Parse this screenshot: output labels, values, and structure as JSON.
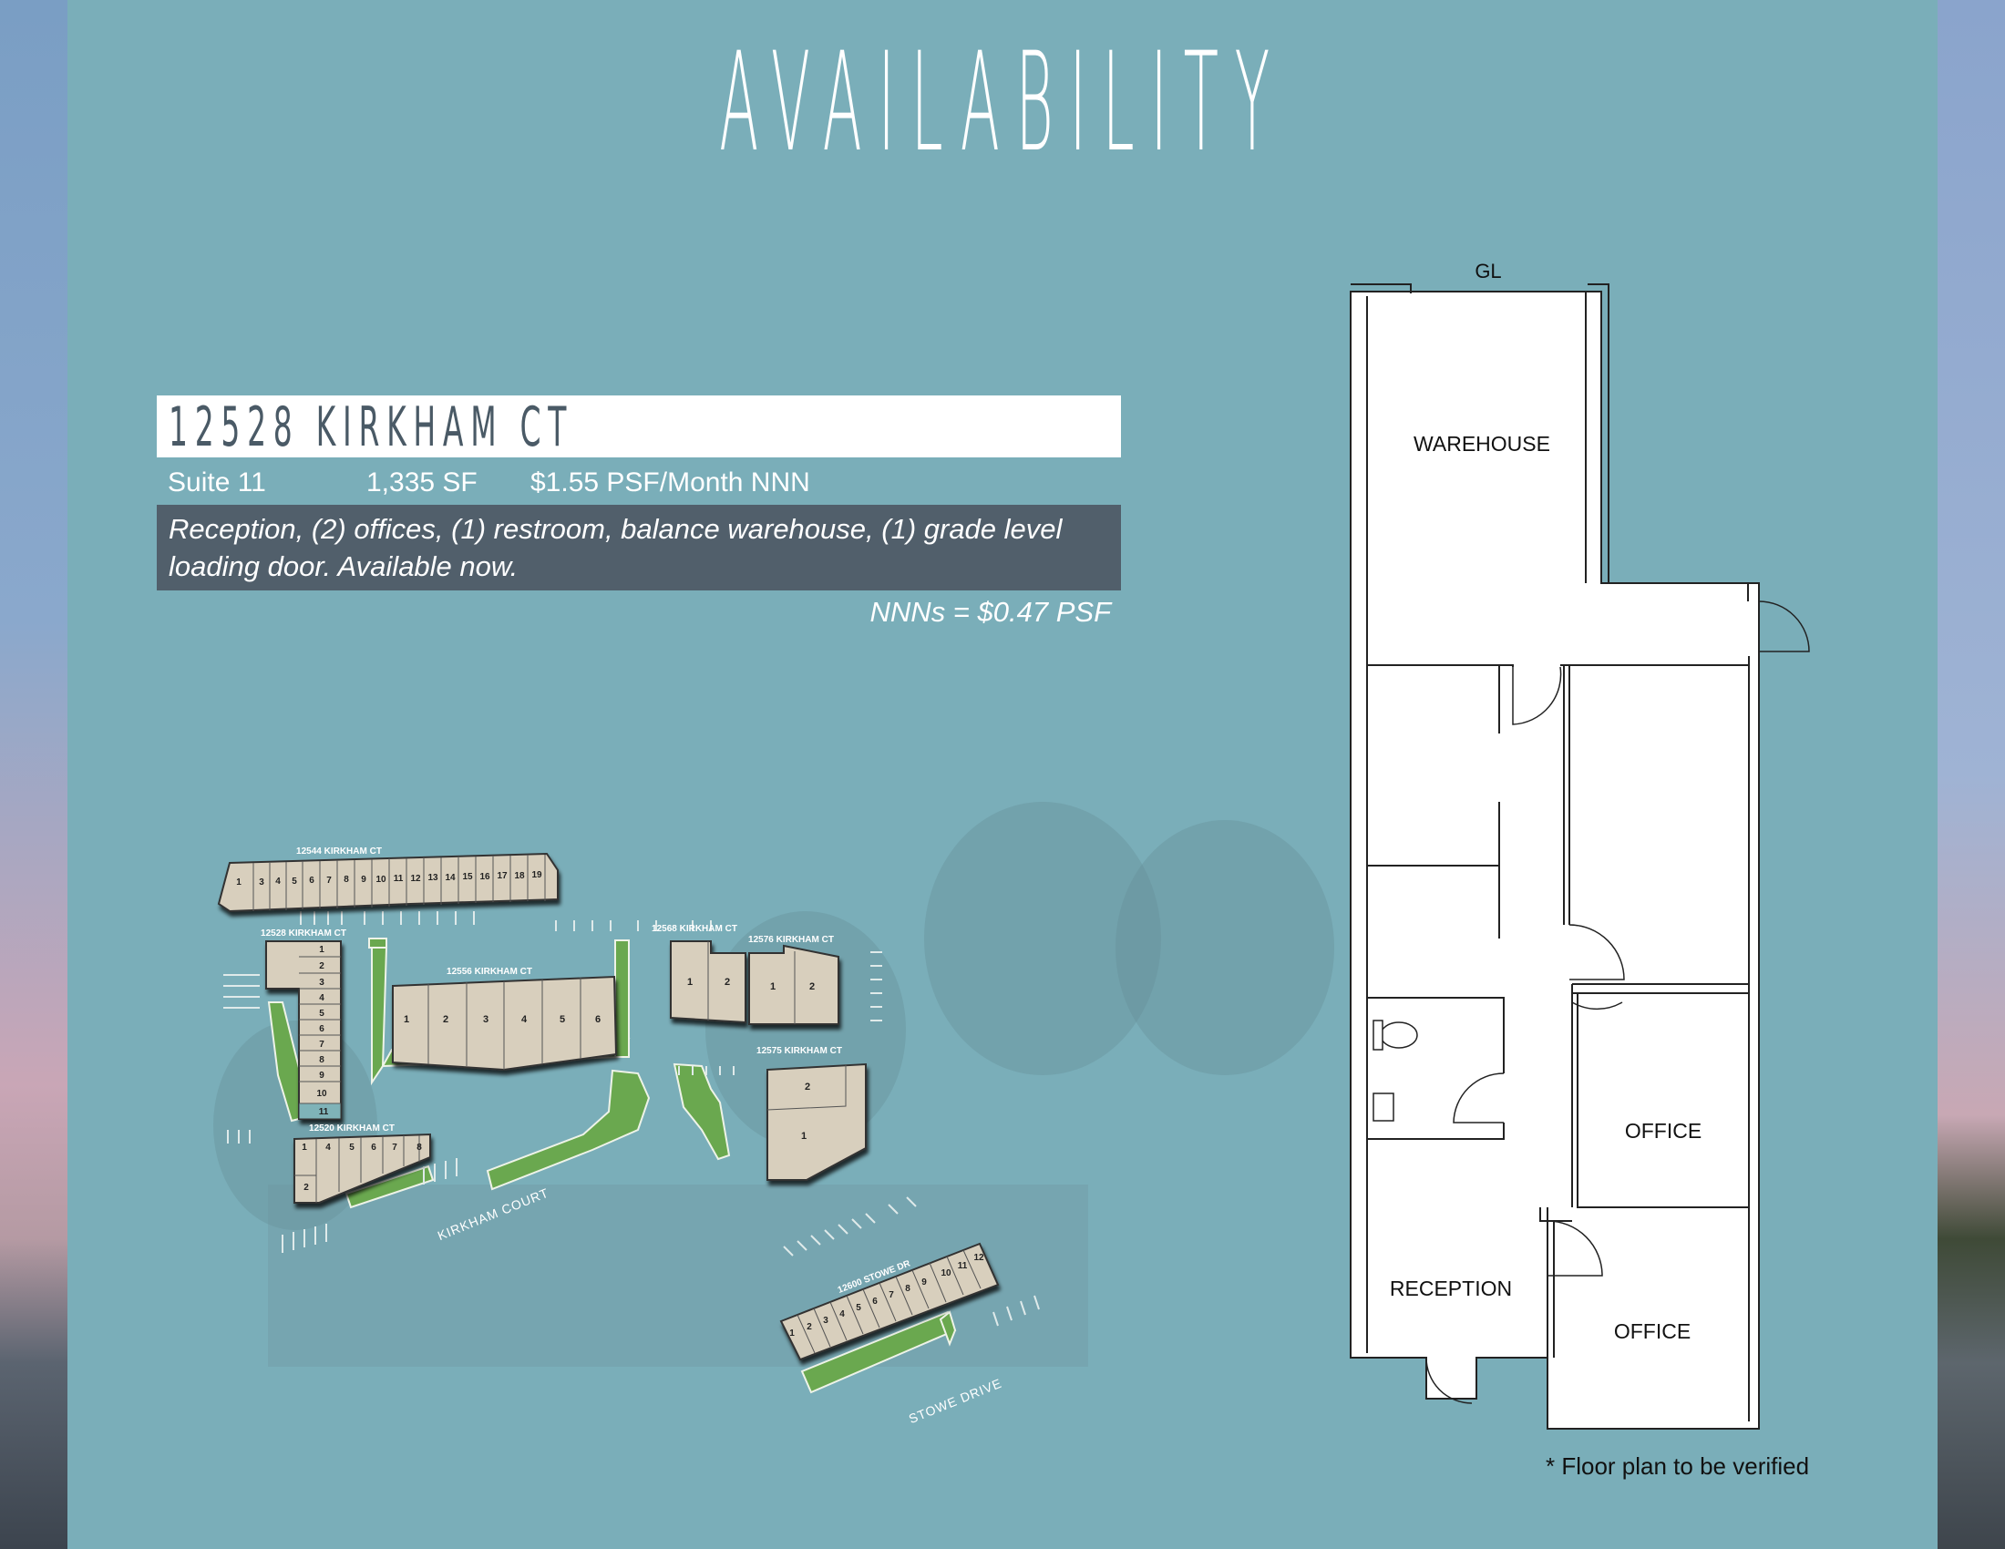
{
  "page": {
    "title": "AVAILABILITY"
  },
  "listing": {
    "address": "12528 KIRKHAM CT",
    "suite": "Suite 11",
    "size": "1,335 SF",
    "rate": "$1.55 PSF/Month NNN",
    "description": "Reception, (2) offices, (1) restroom, balance warehouse, (1) grade level loading door. Available now.",
    "nnn_note": "NNNs = $0.47 PSF"
  },
  "site_plan": {
    "buildings": {
      "b12544": {
        "label": "12544 KIRKHAM CT",
        "units": [
          "1",
          "3",
          "4",
          "5",
          "6",
          "7",
          "8",
          "9",
          "10",
          "11",
          "12",
          "13",
          "14",
          "15",
          "16",
          "17",
          "18",
          "19"
        ]
      },
      "b12528": {
        "label": "12528 KIRKHAM CT",
        "units": [
          "1",
          "2",
          "3",
          "4",
          "5",
          "6",
          "7",
          "8",
          "9",
          "10",
          "11"
        ],
        "highlighted_unit": "11"
      },
      "b12556": {
        "label": "12556 KIRKHAM CT",
        "units": [
          "1",
          "2",
          "3",
          "4",
          "5",
          "6"
        ]
      },
      "b12568": {
        "label": "12568 KIRKHAM CT",
        "units": [
          "1",
          "2"
        ]
      },
      "b12576": {
        "label": "12576 KIRKHAM CT",
        "units": [
          "1",
          "2"
        ]
      },
      "b12575": {
        "label": "12575 KIRKHAM CT",
        "units": [
          "2",
          "1"
        ]
      },
      "b12520": {
        "label": "12520 KIRKHAM CT",
        "units": [
          "1",
          "4",
          "5",
          "6",
          "7",
          "8",
          "2"
        ]
      },
      "b12600": {
        "label": "12600 STOWE DR",
        "units": [
          "1",
          "2",
          "3",
          "4",
          "5",
          "6",
          "7",
          "8",
          "9",
          "10",
          "11",
          "12"
        ]
      }
    },
    "streets": {
      "kirkham": "KIRKHAM COURT",
      "stowe": "STOWE DRIVE"
    },
    "colors": {
      "building": "#d8cfbd",
      "landscape": "#6aa84f",
      "highlight": "#7fb3b8"
    }
  },
  "floor_plan": {
    "rooms": {
      "warehouse": "WAREHOUSE",
      "office1": "OFFICE",
      "office2": "OFFICE",
      "reception": "RECEPTION"
    },
    "door_label": "GL",
    "note": "* Floor plan to be verified"
  }
}
